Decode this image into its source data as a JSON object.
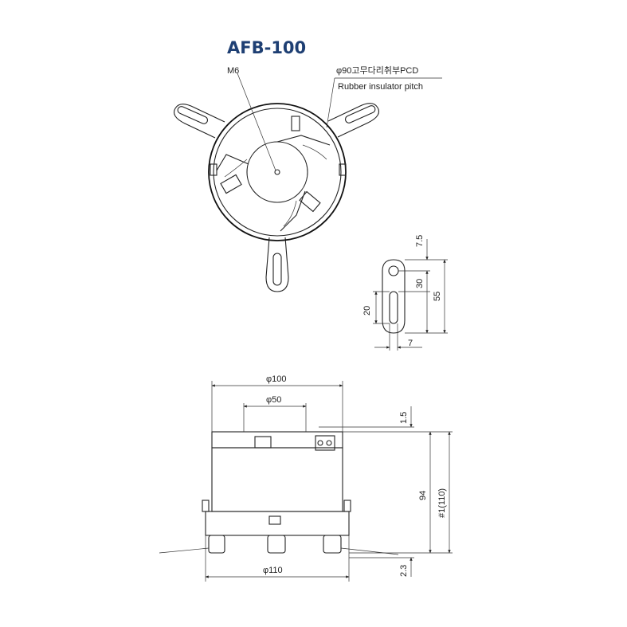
{
  "title": "AFB-100",
  "top_view": {
    "thread_label": "M6",
    "pcd_label": "φ90고무다리취부PCD",
    "pcd_label_en": "Rubber insulator pitch"
  },
  "slot_detail": {
    "dim_7_5": "7.5",
    "dim_30": "30",
    "dim_55": "55",
    "dim_20": "20",
    "dim_7": "7"
  },
  "side_view": {
    "dim_phi100": "φ100",
    "dim_phi50": "φ50",
    "dim_1_5": "1.5",
    "dim_94": "94",
    "dim_110_total": "#1(110)",
    "dim_phi110": "φ110",
    "dim_2_3": "2.3"
  }
}
